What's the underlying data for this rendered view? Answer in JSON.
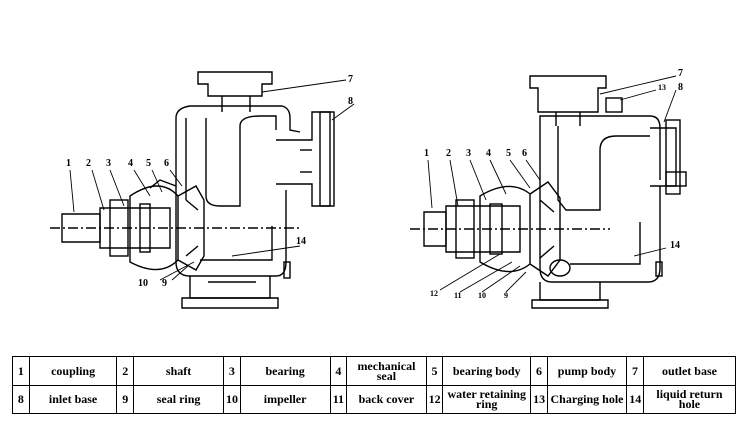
{
  "callouts": {
    "left": [
      "1",
      "2",
      "3",
      "4",
      "5",
      "6",
      "7",
      "8",
      "14",
      "10",
      "9"
    ],
    "right": [
      "1",
      "2",
      "3",
      "4",
      "5",
      "6",
      "7",
      "13",
      "8",
      "14",
      "12",
      "11",
      "10",
      "9"
    ]
  },
  "legend": {
    "rows": [
      [
        {
          "num": "1",
          "label": "coupling"
        },
        {
          "num": "2",
          "label": "shaft"
        },
        {
          "num": "3",
          "label": "bearing"
        },
        {
          "num": "4",
          "label": "mechanical seal"
        },
        {
          "num": "5",
          "label": "bearing body"
        },
        {
          "num": "6",
          "label": "pump body"
        },
        {
          "num": "7",
          "label": "outlet base"
        }
      ],
      [
        {
          "num": "8",
          "label": "inlet base"
        },
        {
          "num": "9",
          "label": "seal ring"
        },
        {
          "num": "10",
          "label": "impeller"
        },
        {
          "num": "11",
          "label": "back cover"
        },
        {
          "num": "12",
          "label": "water retaining ring"
        },
        {
          "num": "13",
          "label": "Charging hole"
        },
        {
          "num": "14",
          "label": "liquid return hole"
        }
      ]
    ]
  }
}
